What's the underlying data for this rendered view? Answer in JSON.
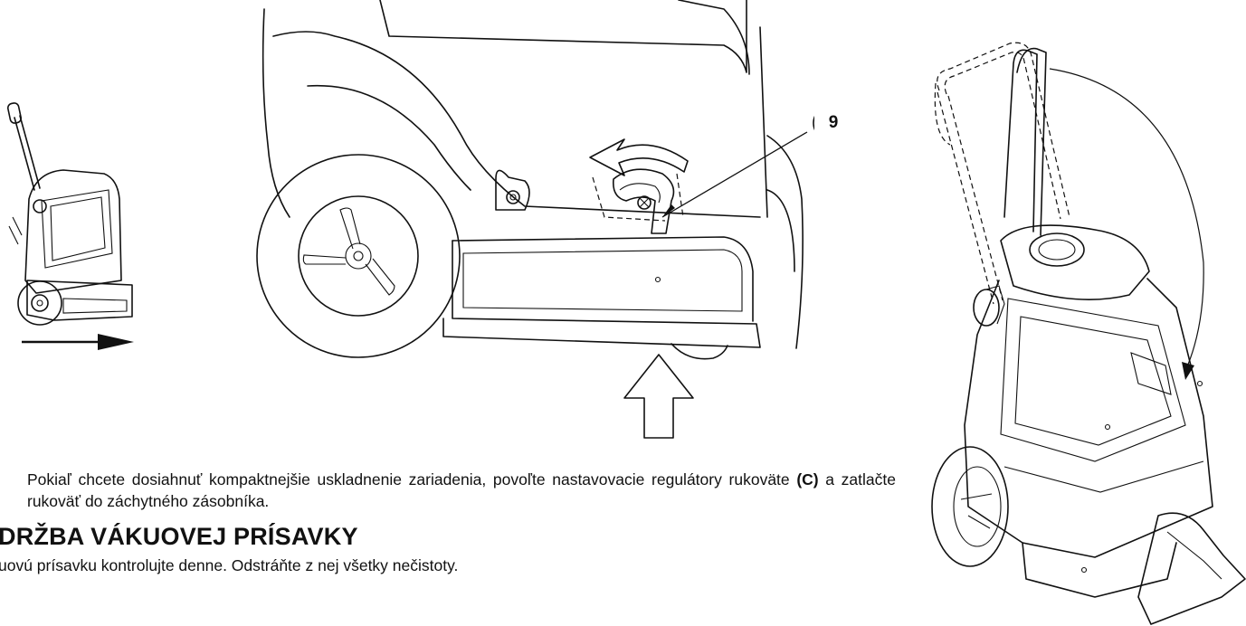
{
  "figures": {
    "callout_label": "9"
  },
  "paragraph": {
    "text_before": "Pokiaľ chcete dosiahnuť kompaktnejšie uskladnenie zariadenia, povoľte nastavovacie regulátory rukoväte ",
    "bold_ref": "(C)",
    "text_after": " a zatlačte rukoväť do záchytného zásobníka."
  },
  "section": {
    "heading": "DRŽBA VÁKUOVEJ PRÍSAVKY",
    "body": "uovú prísavku kontrolujte denne.  Odstráňte z nej všetky nečistoty."
  }
}
